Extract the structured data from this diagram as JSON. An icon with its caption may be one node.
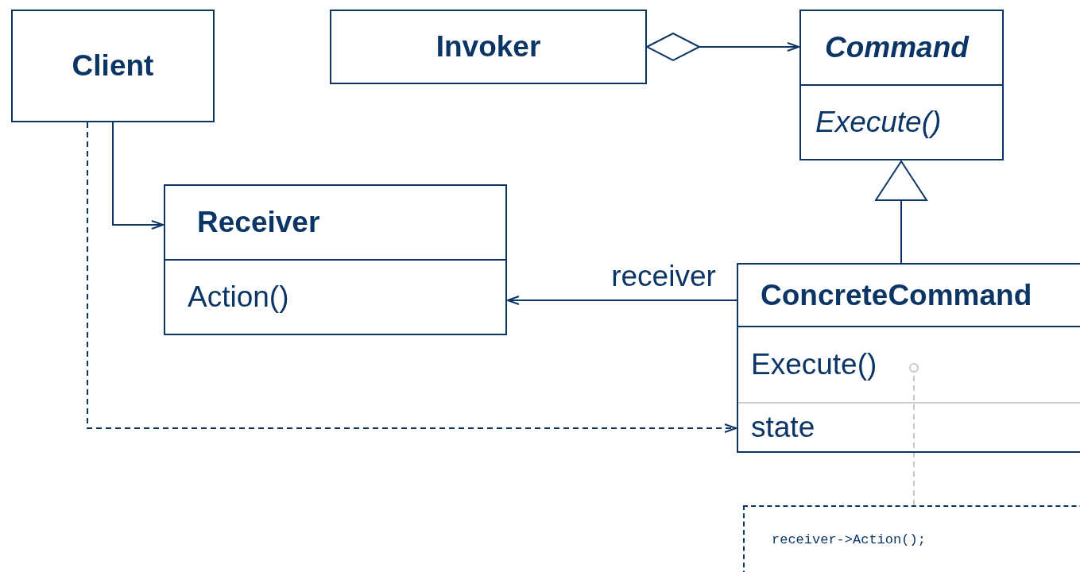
{
  "diagram": {
    "nodes": [
      {
        "text": [
          "Client"
        ]
      },
      {
        "text": [
          "Invoker"
        ]
      },
      {
        "text": [
          "Command",
          "Execute()"
        ]
      },
      {
        "text": [
          "Receiver",
          "Action()"
        ]
      },
      {
        "text": [
          "ConcreteCommand",
          "Execute()",
          "state"
        ]
      },
      {
        "text": [
          "receiver->Action();"
        ]
      }
    ],
    "edges": [
      {
        "from": 1,
        "to": 2,
        "arrow": "to"
      },
      {
        "from": 0,
        "to": 3,
        "arrow": "to"
      },
      {
        "from": 4,
        "to": 2,
        "arrow": "to"
      },
      {
        "from": 4,
        "to": 3,
        "arrow": "to",
        "label": "receiver"
      },
      {
        "from": 0,
        "to": 4,
        "arrow": "to",
        "style": "dashed"
      },
      {
        "from": 5,
        "to": 4,
        "arrow": "other",
        "style": "dashed",
        "color": "#c8c8c8"
      }
    ]
  }
}
